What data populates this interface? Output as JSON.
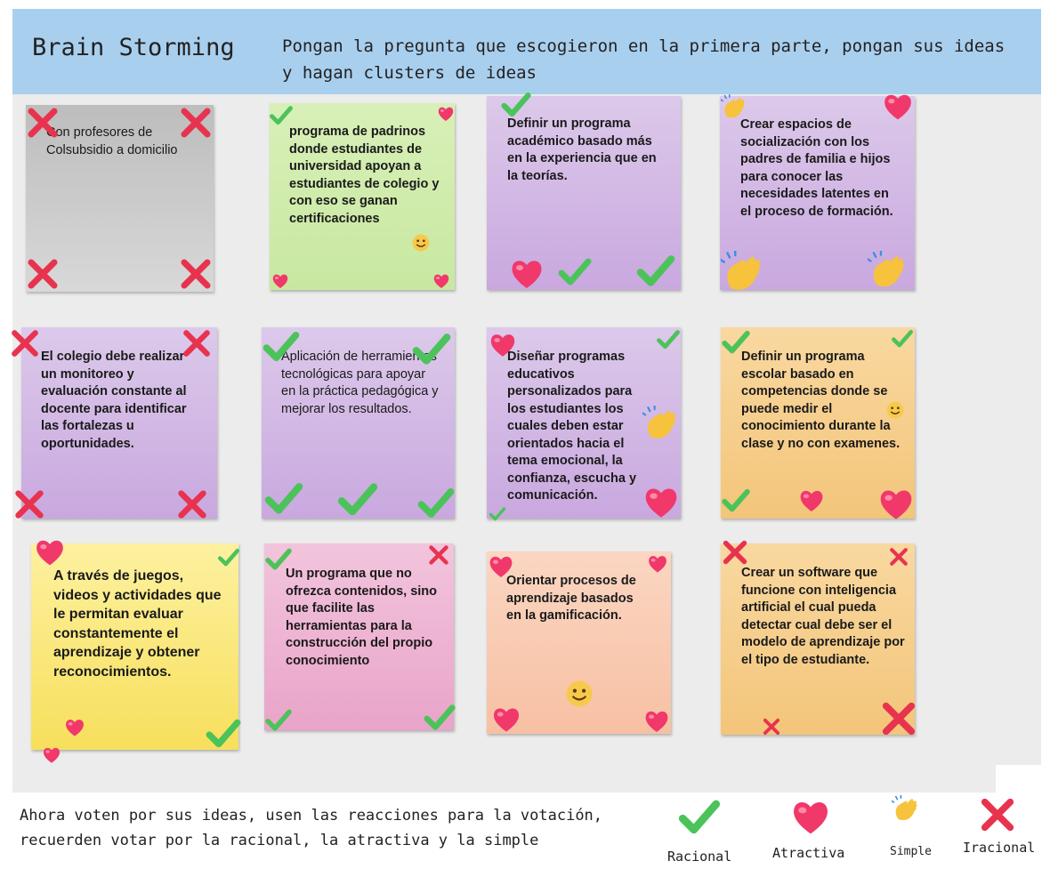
{
  "header": {
    "title": "Brain Storming",
    "instruction": "Pongan la pregunta que escogieron en la primera parte, pongan sus ideas y hagan clusters de ideas"
  },
  "notes": [
    {
      "text": "Con profesores de Colsubsidio a domicilio",
      "color": "#c9c9c9"
    },
    {
      "text": "programa de padrinos donde estudiantes de universidad apoyan a estudiantes de colegio y con eso se ganan certificaciones",
      "color": "#d2eeae"
    },
    {
      "text": "Definir un programa académico basado más en la experiencia que en la teorías.",
      "color": "#d3b9e4"
    },
    {
      "text": "Crear espacios de socialización con los padres de familia e hijos para conocer las necesidades latentes en el proceso de formación.",
      "color": "#d3b9e4"
    },
    {
      "text": "El colegio debe realizar un monitoreo y evaluación constante al docente para identificar las fortalezas u oportunidades.",
      "color": "#d3b9e4"
    },
    {
      "text": "Aplicación de herramientas tecnológicas para apoyar en la práctica pedagógica y mejorar los resultados.",
      "color": "#d3b9e4"
    },
    {
      "text": "Diseñar programas educativos personalizados para los estudiantes los cuales deben estar orientados hacia el tema emocional, la confianza, escucha y comunicación.",
      "color": "#d3b9e4"
    },
    {
      "text": "Definir un programa escolar basado en competencias donde se puede medir el conocimiento durante la clase y no con examenes.",
      "color": "#f6cd8c"
    },
    {
      "text": "A través de juegos, videos y actividades que le permitan evaluar constantemente el aprendizaje y obtener reconocimientos.",
      "color": "#fae97e"
    },
    {
      "text": "Un programa que no ofrezca contenidos, sino que facilite las herramientas para la construcción del propio conocimiento",
      "color": "#eeb4d3"
    },
    {
      "text": "Orientar procesos de aprendizaje basados en la gamificación.",
      "color": "#f9cbb3"
    },
    {
      "text": "Crear un software que funcione con inteligencia artificial el cual pueda detectar cual debe ser el modelo de aprendizaje por el tipo de estudiante.",
      "color": "#f6cd8c"
    }
  ],
  "footer": {
    "instruction": "Ahora voten por sus ideas, usen las reacciones para la votación, recuerden votar por la racional, la atractiva y la simple"
  },
  "legend": [
    {
      "label": "Racional",
      "icon": "check-icon",
      "color": "#4cc35a"
    },
    {
      "label": "Atractiva",
      "icon": "heart-icon",
      "color": "#f0386b"
    },
    {
      "label": "Simple",
      "icon": "clapping-hands-icon",
      "color": "#f7c23c"
    },
    {
      "label": "Iracional",
      "icon": "cross-icon",
      "color": "#e8334f"
    }
  ]
}
